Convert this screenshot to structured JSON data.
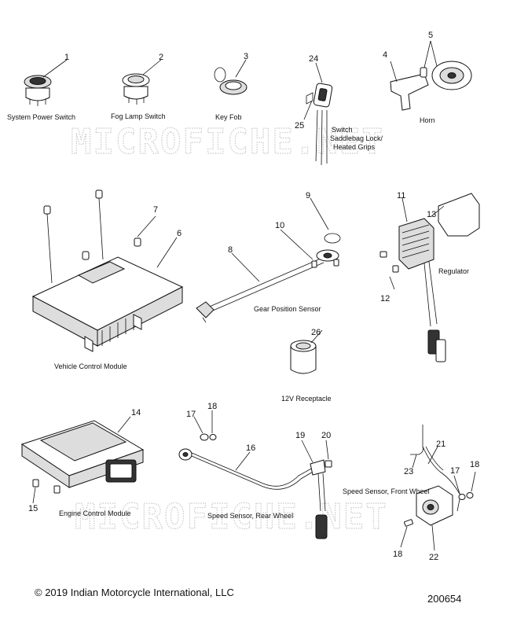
{
  "watermark": "MICROFICHE.NET",
  "footer": {
    "copyright": "© 2019 Indian Motorcycle International, LLC",
    "diagram_number": "200654"
  },
  "captions": {
    "system_power_switch": "System Power Switch",
    "fog_lamp_switch": "Fog Lamp Switch",
    "key_fob": "Key Fob",
    "switch_line1": "Switch",
    "switch_line2": "Saddlebag Lock/",
    "switch_line3": "Heated Grips",
    "horn": "Horn",
    "vehicle_control_module": "Vehicle Control Module",
    "gear_position_sensor": "Gear Position Sensor",
    "regulator": "Regulator",
    "receptacle_12v": "12V Receptacle",
    "engine_control_module": "Engine Control Module",
    "speed_sensor_rear": "Speed Sensor, Rear Wheel",
    "speed_sensor_front": "Speed Sensor, Front Wheel"
  },
  "callouts": {
    "c1": "1",
    "c2": "2",
    "c3": "3",
    "c4": "4",
    "c5": "5",
    "c6": "6",
    "c7": "7",
    "c8": "8",
    "c9": "9",
    "c10": "10",
    "c11": "11",
    "c12": "12",
    "c13": "13",
    "c14": "14",
    "c15": "15",
    "c16": "16",
    "c17a": "17",
    "c17b": "17",
    "c18a": "18",
    "c18b": "18",
    "c18c": "18",
    "c19": "19",
    "c20": "20",
    "c21": "21",
    "c22": "22",
    "c23": "23",
    "c24": "24",
    "c25": "25",
    "c26": "26"
  }
}
